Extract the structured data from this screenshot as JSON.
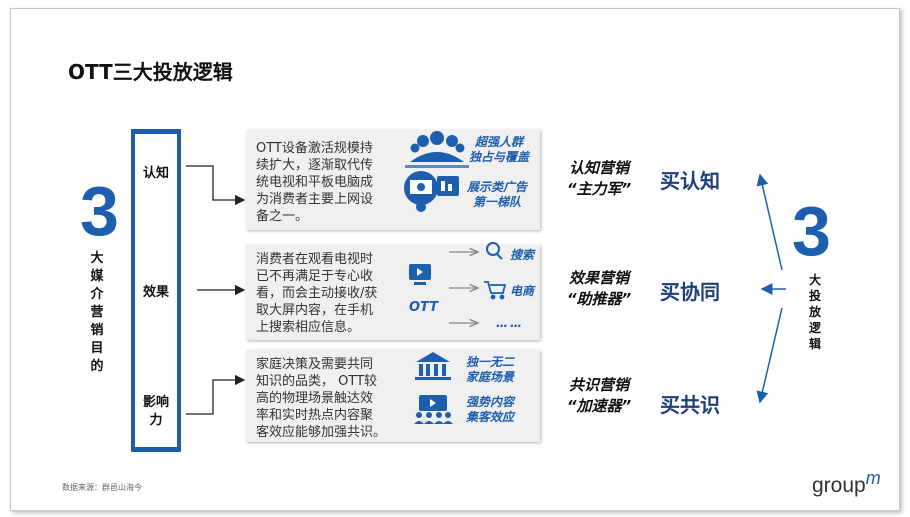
{
  "title": "OTT三大投放逻辑",
  "left_number": "3",
  "left_vertical": [
    "大",
    "媒",
    "介",
    "营",
    "销",
    "目",
    "的"
  ],
  "bar_labels": [
    "认知",
    "效果",
    "影响力"
  ],
  "panels": [
    {
      "text": [
        "OTT设备激活规模持",
        "续扩大，逐渐取代传",
        "统电视和平板电脑成",
        "为消费者主要上网设",
        "备之一。"
      ],
      "features": [
        [
          "超强人群",
          "独占与覆盖"
        ],
        [
          "展示类广告",
          "第一梯队"
        ]
      ]
    },
    {
      "text": [
        "消费者在观看电视时",
        "已不再满足于专心收",
        "看，而会主动接收/获",
        "取大屏内容，在手机",
        "上搜索相应信息。"
      ],
      "ott_label": "OTT",
      "features": [
        "搜索",
        "电商",
        "……"
      ]
    },
    {
      "text": [
        "家庭决策及需要共同",
        "知识的品类， OTT较",
        "高的物理场景触达效",
        "率和实时热点内容聚",
        "客效应能够加强共识。"
      ],
      "features": [
        [
          "独一无二",
          "家庭场景"
        ],
        [
          "强势内容",
          "集客效应"
        ]
      ]
    }
  ],
  "mid_labels": [
    [
      "认知营销",
      "“主力军”"
    ],
    [
      "效果营销",
      "“助推器”"
    ],
    [
      "共识营销",
      "“加速器”"
    ]
  ],
  "buy_labels": [
    "买认知",
    "买协同",
    "买共识"
  ],
  "right_number": "3",
  "right_vertical": [
    "大",
    "投",
    "放",
    "逻",
    "辑"
  ],
  "source": "数据来源：群邑山海今",
  "logo": {
    "main": "group",
    "sup": "m"
  },
  "colors": {
    "accent": "#1d5fae",
    "panel_bg": "#f0f0f0"
  }
}
